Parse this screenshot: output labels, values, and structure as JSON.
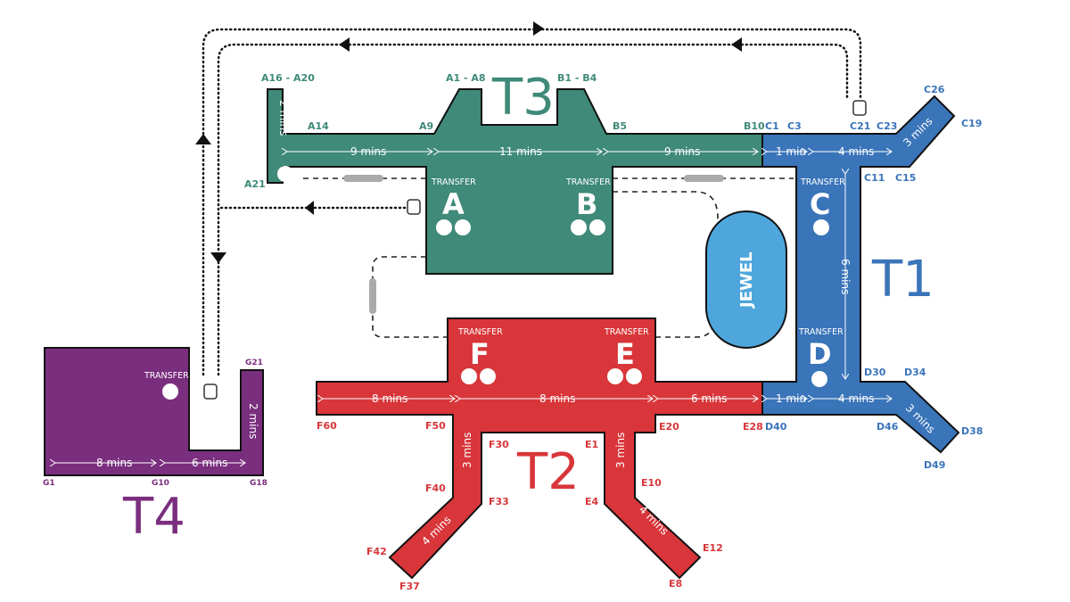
{
  "terminals": {
    "t1": "T1",
    "t2": "T2",
    "t3": "T3",
    "t4": "T4",
    "jewel": "JEWEL"
  },
  "colors": {
    "t1": "#3a74b9",
    "t2": "#d8363a",
    "t3": "#3f8a79",
    "t4": "#7a2e7e",
    "jewel": "#4ea6dc"
  },
  "transfer_label": "TRANSFER",
  "transfer_areas": [
    "A",
    "B",
    "C",
    "D",
    "E",
    "F"
  ],
  "gates": {
    "t3": [
      "A16 - A20",
      "A1 - A8",
      "B1 - B4",
      "A14",
      "A9",
      "B5",
      "B10",
      "A21"
    ],
    "t1": [
      "C1",
      "C3",
      "C21",
      "C23",
      "C26",
      "C19",
      "C11",
      "C15",
      "D30",
      "D34",
      "D40",
      "D46",
      "D38",
      "D49"
    ],
    "t2": [
      "F60",
      "F50",
      "E20",
      "E28",
      "F30",
      "E1",
      "F40",
      "E10",
      "F33",
      "E4",
      "F42",
      "E12",
      "F37",
      "E8"
    ],
    "t4": [
      "G21",
      "G1",
      "G10",
      "G18"
    ]
  },
  "walk_times": {
    "t3": [
      "2 mins",
      "9 mins",
      "11 mins",
      "9 mins"
    ],
    "t1": [
      "1 min",
      "4 mins",
      "3 mins",
      "6 mins",
      "1 min",
      "4 mins",
      "3 mins"
    ],
    "t2": [
      "8 mins",
      "8 mins",
      "6 mins",
      "3 mins",
      "3 mins",
      "4 mins",
      "4 mins"
    ],
    "t4": [
      "8 mins",
      "6 mins",
      "2 mins"
    ]
  }
}
